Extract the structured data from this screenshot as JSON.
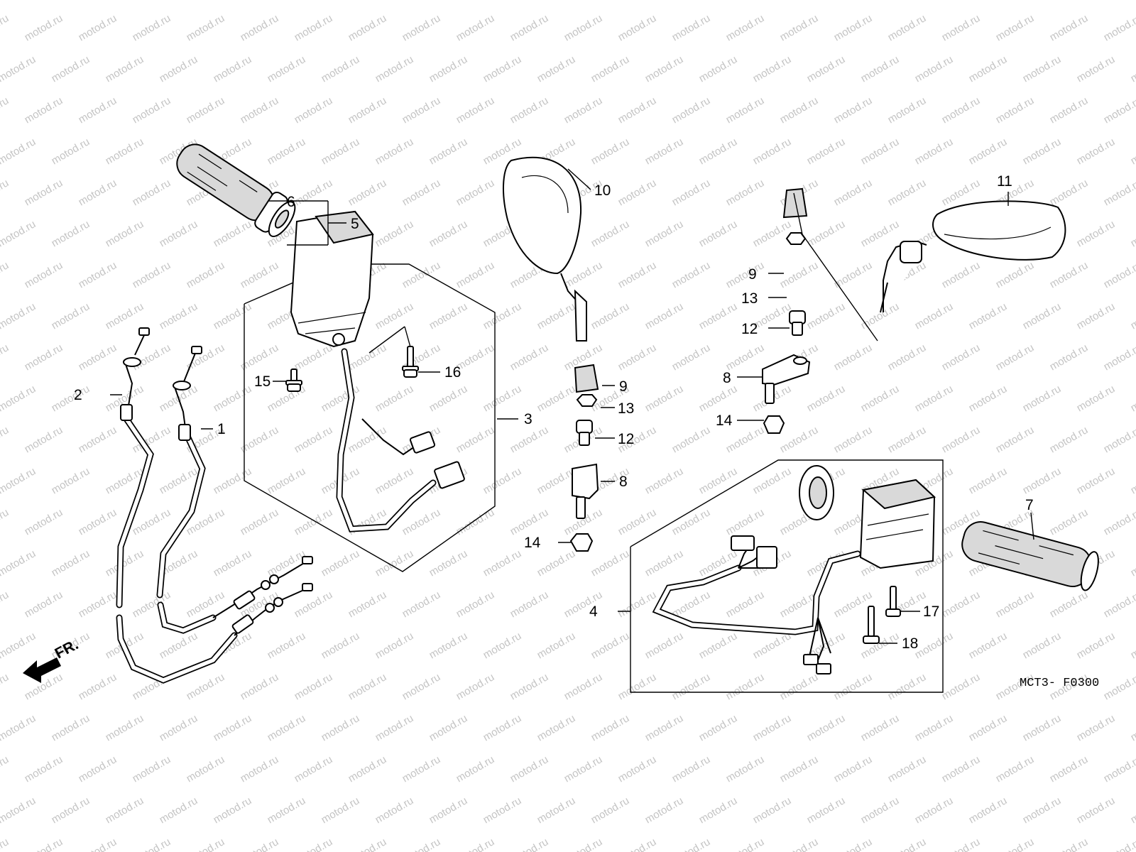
{
  "watermark": "motod.ru",
  "diagram_code": "MCT3- F0300",
  "direction_label": "FR.",
  "callouts": [
    {
      "id": "c1",
      "number": "1"
    },
    {
      "id": "c2",
      "number": "2"
    },
    {
      "id": "c3",
      "number": "3"
    },
    {
      "id": "c4",
      "number": "4"
    },
    {
      "id": "c5",
      "number": "5"
    },
    {
      "id": "c6",
      "number": "6"
    },
    {
      "id": "c7",
      "number": "7"
    },
    {
      "id": "c8a",
      "number": "8"
    },
    {
      "id": "c8b",
      "number": "8"
    },
    {
      "id": "c9a",
      "number": "9"
    },
    {
      "id": "c9b",
      "number": "9"
    },
    {
      "id": "c10",
      "number": "10"
    },
    {
      "id": "c11",
      "number": "11"
    },
    {
      "id": "c12a",
      "number": "12"
    },
    {
      "id": "c12b",
      "number": "12"
    },
    {
      "id": "c13a",
      "number": "13"
    },
    {
      "id": "c13b",
      "number": "13"
    },
    {
      "id": "c14a",
      "number": "14"
    },
    {
      "id": "c14b",
      "number": "14"
    },
    {
      "id": "c15",
      "number": "15"
    },
    {
      "id": "c16",
      "number": "16"
    },
    {
      "id": "c17",
      "number": "17"
    },
    {
      "id": "c18",
      "number": "18"
    }
  ]
}
